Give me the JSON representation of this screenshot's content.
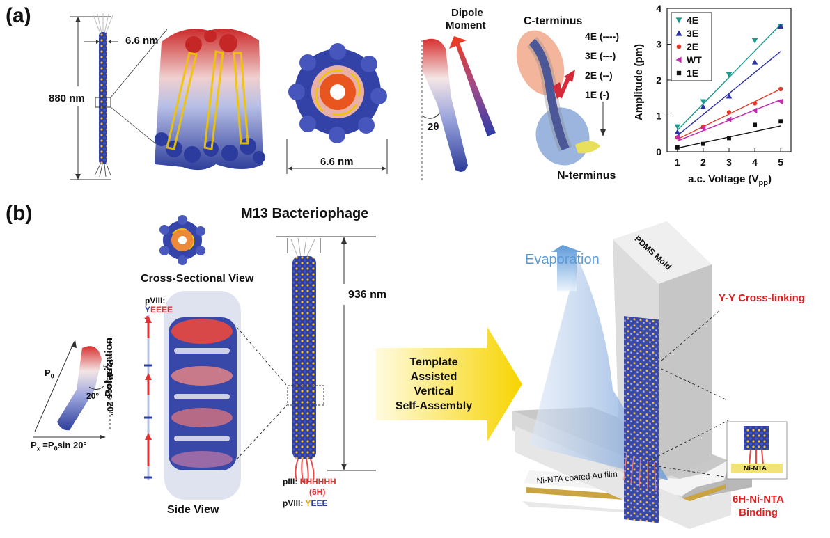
{
  "panel_a": {
    "label": "(a)",
    "dim_width_top": "6.6 nm",
    "dim_length": "880 nm",
    "dim_width_bottom": "6.6 nm",
    "dipole_title_1": "Dipole",
    "dipole_title_2": "Moment",
    "angle_label": "2θ",
    "c_terminus": "C-terminus",
    "n_terminus": "N-terminus",
    "mutants": [
      "4E (----)",
      "3E (---)",
      "2E (--)",
      "1E (-)"
    ],
    "chart_data": {
      "type": "scatter",
      "xlabel": "a.c. Voltage (V",
      "xlabel_sub": "pp",
      "xlabel_end": ")",
      "ylabel": "Amplitude  (pm)",
      "xlim": [
        0.6,
        5.4
      ],
      "ylim": [
        0,
        4
      ],
      "x_ticks": [
        "1",
        "2",
        "3",
        "4",
        "5"
      ],
      "y_ticks": [
        "0",
        "1",
        "2",
        "3",
        "4"
      ],
      "legend_position": "top-left",
      "x": [
        1,
        2,
        3,
        4,
        5
      ],
      "series": [
        {
          "name": "4E",
          "color": "#1a9a8c",
          "marker": "triangle-down",
          "values": [
            0.7,
            1.4,
            2.15,
            3.1,
            3.5
          ],
          "fit": [
            0.6,
            3.55
          ]
        },
        {
          "name": "3E",
          "color": "#2b2fa8",
          "marker": "triangle-up",
          "values": [
            0.55,
            1.25,
            1.55,
            2.5,
            3.5
          ],
          "fit": [
            0.45,
            2.8
          ]
        },
        {
          "name": "2E",
          "color": "#e03a2a",
          "marker": "circle",
          "values": [
            0.4,
            0.7,
            1.1,
            1.35,
            1.75
          ],
          "fit": [
            0.35,
            1.75
          ]
        },
        {
          "name": "WT",
          "color": "#c22ab0",
          "marker": "triangle-left",
          "values": [
            0.4,
            0.65,
            0.9,
            1.15,
            1.4
          ],
          "fit": [
            0.3,
            1.45
          ]
        },
        {
          "name": "1E",
          "color": "#111111",
          "marker": "square",
          "values": [
            0.12,
            0.22,
            0.38,
            0.75,
            0.85
          ],
          "fit": [
            0.1,
            0.72
          ]
        }
      ]
    }
  },
  "panel_b": {
    "label": "(b)",
    "title": "M13 Bacteriophage",
    "cross_section": "Cross-Sectional  View",
    "side_view": "Side View",
    "polarization": "Polarization",
    "pviii_top_label": "pVIII:",
    "pviii_top_y": "Y",
    "pviii_top_eee": "EEEE",
    "length": "936 nm",
    "p0": "P",
    "p0_sub": "0",
    "py": "P",
    "py_sub": "y",
    "py_eq": "=P",
    "py_eq_sub": "0",
    "py_cos": "cos 20°",
    "px": "P",
    "px_sub": "x",
    "px_eq": " =P",
    "px_eq_sub": "0",
    "px_sin": "sin 20°",
    "angle": "20°",
    "piii_label": "pIII:",
    "piii_value": "HHHHHH",
    "piii_6h": "(6H)",
    "pviii_bottom_label": "pVIII:",
    "pviii_bottom_y": "Y",
    "pviii_bottom_eee": "EEE",
    "arrow_line1": "Template",
    "arrow_line2": "Assisted",
    "arrow_line3": "Vertical",
    "arrow_line4": "Self-Assembly",
    "evaporation": "Evaporation",
    "pdms": "PDMS Mold",
    "crosslink": "Y-Y Cross-linking",
    "nitna": "Ni-NTA",
    "film": "Ni-NTA coated Au film",
    "binding1": "6H-Ni-NTA",
    "binding2": "Binding"
  }
}
